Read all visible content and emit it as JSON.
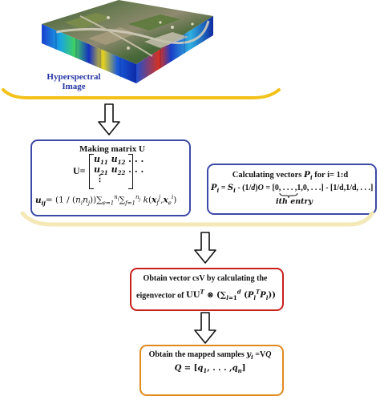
{
  "colors": {
    "bracket_gold": "#F2C21A",
    "bracket_pale": "#F3E8B6",
    "blue_box": "#3D49A6",
    "red_box": "#C8201A",
    "orange_box": "#E08A1E",
    "caption_blue": "#2636A5"
  },
  "hsi": {
    "caption_line1": "Hyperspectral",
    "caption_line2": "Image"
  },
  "box_matrix": {
    "title": "Making matrix U",
    "u_label": "U=",
    "row1": "u11 u12 . . .",
    "row2": "u21 u22 . . .",
    "row3": "⋮",
    "formula_lhs": "uij",
    "formula_rhs": "= (1/(ninj))∑e=1^ni ∑f=1^nj k(xf^j, xe^i)"
  },
  "box_vectors": {
    "title_prefix": "Calculating vectors",
    "title_var": "Pi",
    "title_suffix": "for i= 1:d",
    "formula": "Pi = Si - (1/d)O = [0, . . . ,1,0, . . .] - [1/d,1/d, . . .]",
    "entry_label": "ith entry"
  },
  "box_obtain": {
    "line1": "Obtain vector csV by calculating the",
    "line2_prefix": "eigenvector of",
    "line2_formula": "UUT ⊗ (∑l=1^d (PlT Pl))"
  },
  "box_mapped": {
    "line1": "Obtain the mapped samples yi =VQ",
    "line2": "Q = [q1, . . . ,qn]"
  }
}
